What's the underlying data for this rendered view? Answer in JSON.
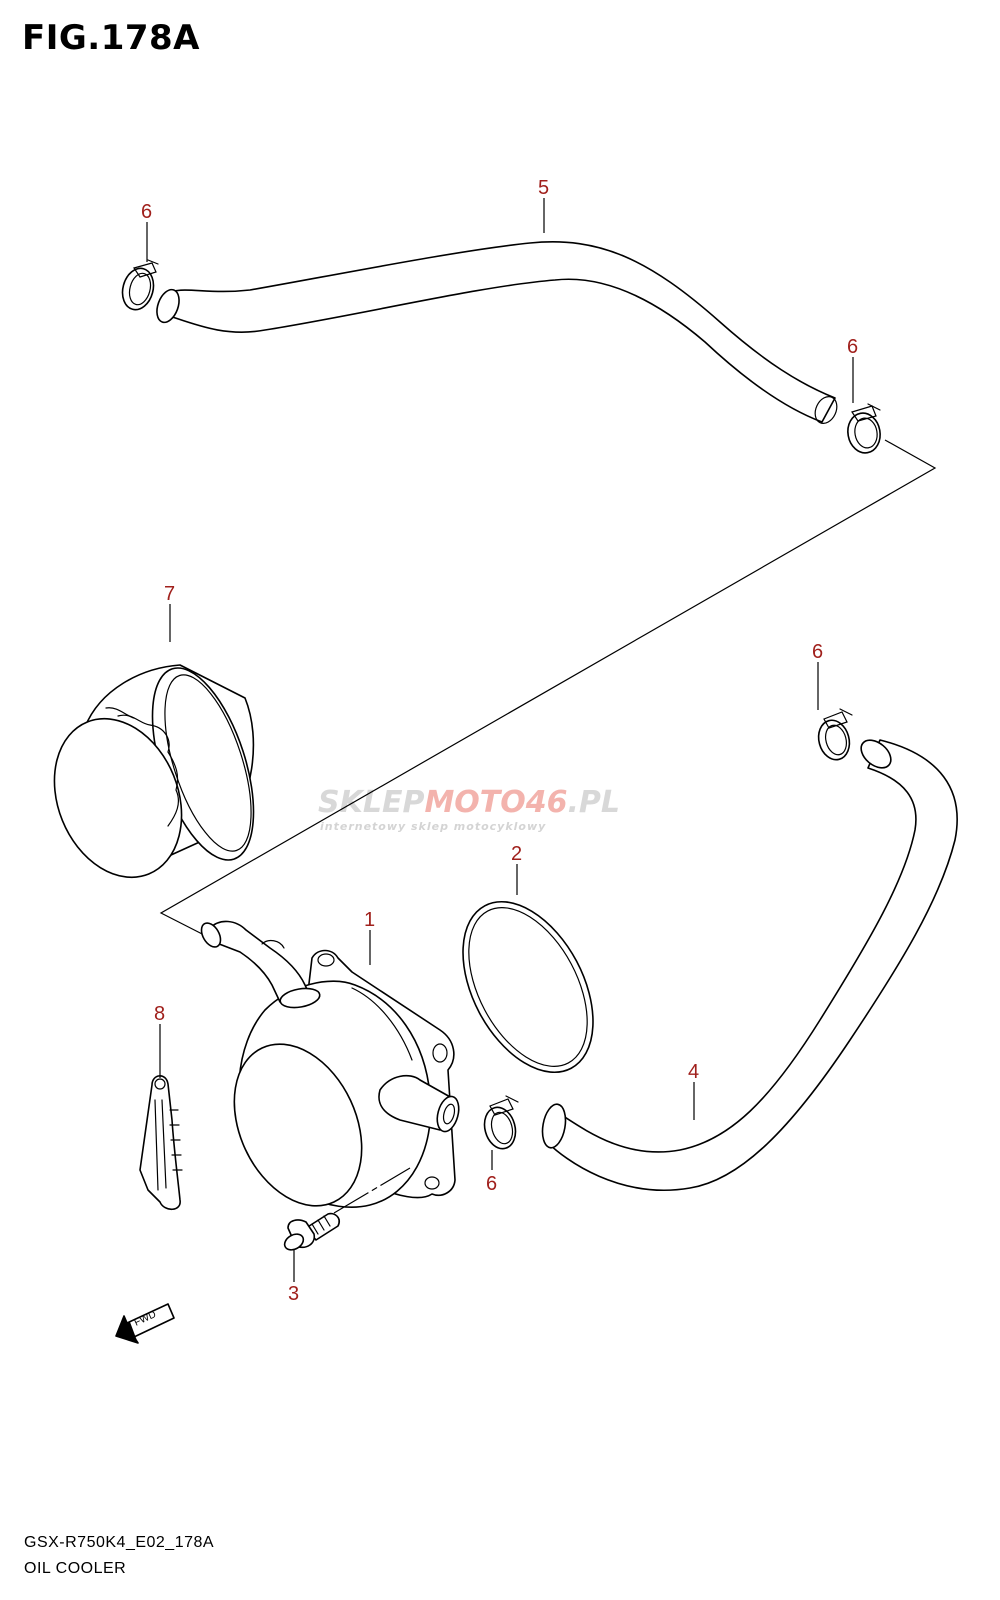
{
  "figure": {
    "title": "FIG.178A",
    "code": "GSX-R750K4_E02_178A",
    "name": "OIL COOLER"
  },
  "callouts": [
    "1",
    "2",
    "3",
    "4",
    "5",
    "6",
    "6",
    "6",
    "6",
    "7",
    "8"
  ],
  "fwd_label": "FWD",
  "watermark": {
    "brand_a": "SKLEP",
    "brand_b": "MOTO",
    "brand_c": "46",
    "brand_d": ".PL",
    "tagline": "internetowy sklep motocyklowy"
  }
}
